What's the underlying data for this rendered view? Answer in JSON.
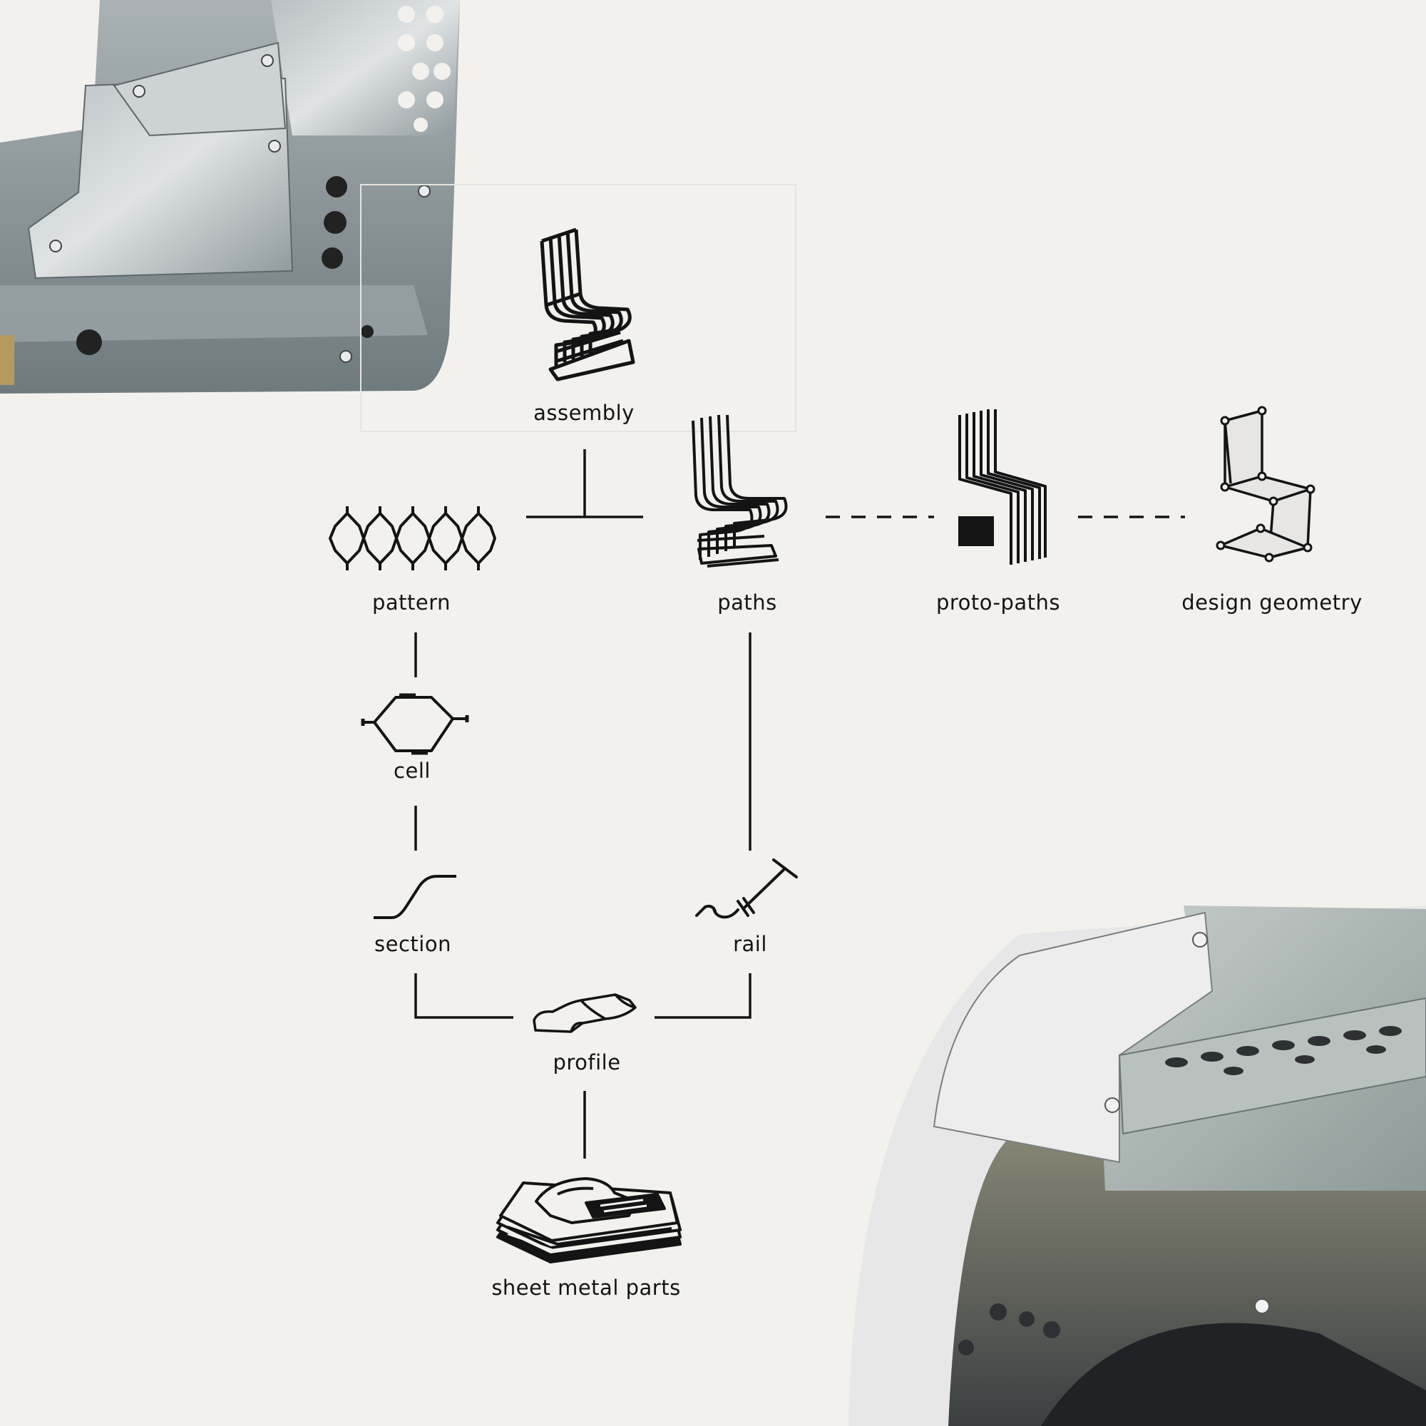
{
  "diagram": {
    "nodes": {
      "assembly": {
        "label": "assembly",
        "icon": "stacked-chair-icon"
      },
      "pattern": {
        "label": "pattern",
        "icon": "hexagon-pattern-icon"
      },
      "paths": {
        "label": "paths",
        "icon": "chair-paths-icon"
      },
      "proto_paths": {
        "label": "proto-paths",
        "icon": "proto-paths-icon"
      },
      "design_geometry": {
        "label": "design geometry",
        "icon": "wireframe-chair-icon"
      },
      "cell": {
        "label": "cell",
        "icon": "cell-icon"
      },
      "section": {
        "label": "section",
        "icon": "s-curve-section-icon"
      },
      "rail": {
        "label": "rail",
        "icon": "rail-icon"
      },
      "profile": {
        "label": "profile",
        "icon": "profile-strip-icon"
      },
      "sheet_metal_parts": {
        "label": "sheet metal parts",
        "icon": "sheet-stack-icon"
      }
    },
    "edges": [
      {
        "from": "assembly",
        "to": "pattern-paths-link",
        "style": "solid"
      },
      {
        "from": "pattern",
        "to": "paths",
        "style": "solid"
      },
      {
        "from": "paths",
        "to": "proto-paths",
        "style": "dashed"
      },
      {
        "from": "proto-paths",
        "to": "design geometry",
        "style": "dashed"
      },
      {
        "from": "pattern",
        "to": "cell",
        "style": "solid"
      },
      {
        "from": "cell",
        "to": "section",
        "style": "solid"
      },
      {
        "from": "paths",
        "to": "rail",
        "style": "solid"
      },
      {
        "from": "section",
        "to": "profile",
        "style": "solid"
      },
      {
        "from": "rail",
        "to": "profile",
        "style": "solid"
      },
      {
        "from": "profile",
        "to": "sheet metal parts",
        "style": "solid"
      }
    ]
  },
  "colors": {
    "background": "#f3f1ee",
    "ink": "#141414",
    "metal_light": "#c9cfd1",
    "metal_dark": "#7f898d"
  },
  "photos": [
    {
      "name": "sheet-metal-photo-top-left"
    },
    {
      "name": "sheet-metal-photo-bottom-right"
    }
  ]
}
